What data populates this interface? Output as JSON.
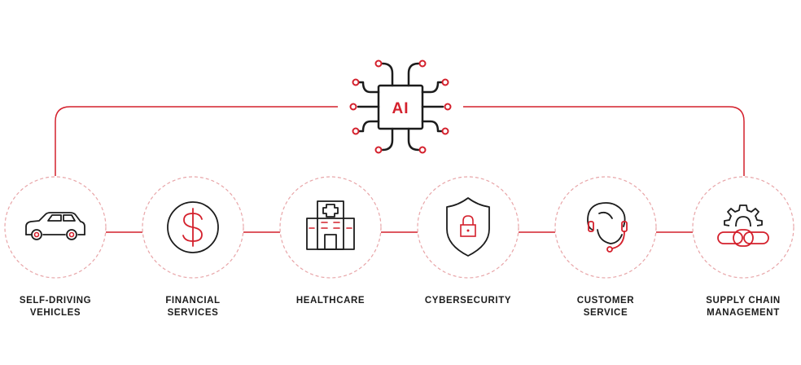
{
  "center": {
    "label": "AI"
  },
  "colors": {
    "accent": "#d4202c",
    "line": "#1c1c1c",
    "ring": "#e8a5a8"
  },
  "items": [
    {
      "id": "self-driving-vehicles",
      "icon": "car-icon",
      "label_lines": [
        "SELF-DRIVING",
        "VEHICLES"
      ]
    },
    {
      "id": "financial-services",
      "icon": "dollar-icon",
      "label_lines": [
        "FINANCIAL",
        "SERVICES"
      ]
    },
    {
      "id": "healthcare",
      "icon": "hospital-icon",
      "label_lines": [
        "HEALTHCARE"
      ]
    },
    {
      "id": "cybersecurity",
      "icon": "shield-lock-icon",
      "label_lines": [
        "CYBERSECURITY"
      ]
    },
    {
      "id": "customer-service",
      "icon": "headset-icon",
      "label_lines": [
        "CUSTOMER",
        "SERVICE"
      ]
    },
    {
      "id": "supply-chain-management",
      "icon": "gear-chain-icon",
      "label_lines": [
        "SUPPLY CHAIN",
        "MANAGEMENT"
      ]
    }
  ]
}
